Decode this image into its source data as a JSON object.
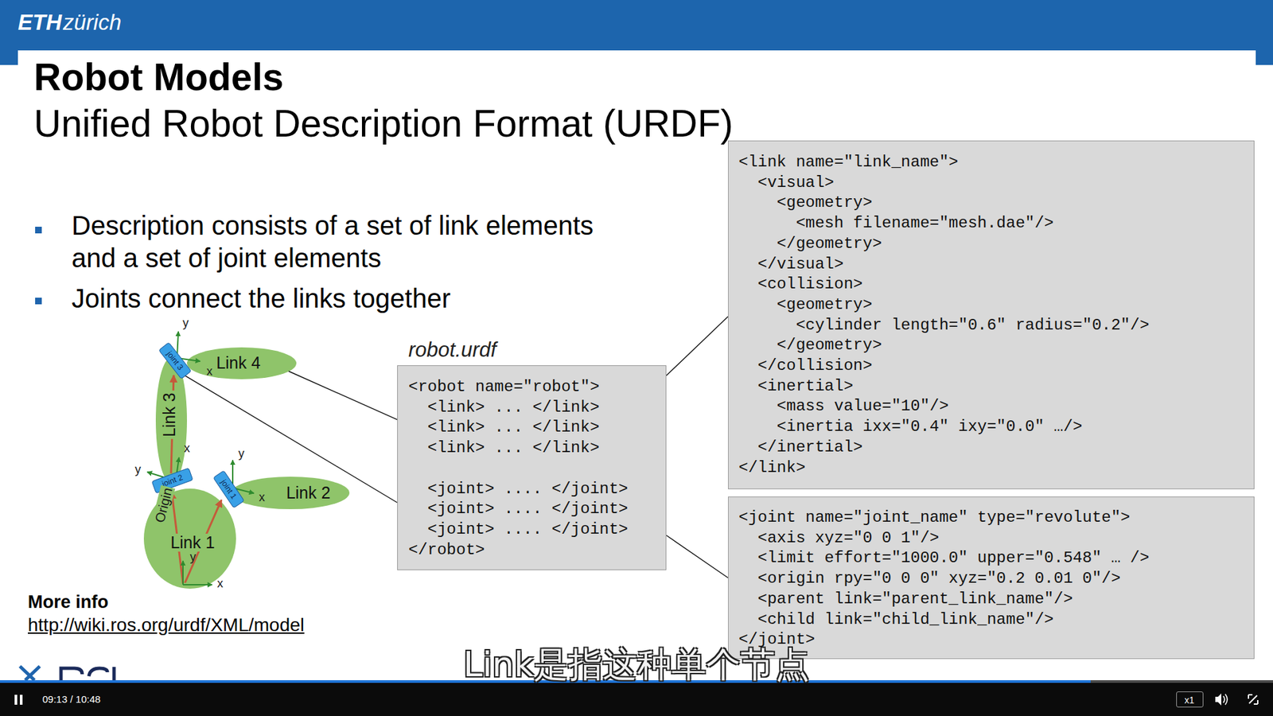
{
  "diagram": {
    "title": "Robot Models",
    "nodes": [
      {
        "text": [
          "Link 4"
        ]
      },
      {
        "text": [
          "joint 3"
        ]
      },
      {
        "text": [
          "Link 3"
        ]
      },
      {
        "text": [
          "joint 2"
        ]
      },
      {
        "text": [
          "joint 1"
        ]
      },
      {
        "text": [
          "Link 2"
        ]
      },
      {
        "text": [
          "Link 1"
        ]
      },
      {
        "text": [
          "robot.urdf",
          "<robot name=\"robot\">",
          "<link> ... </link>",
          "<link> ... </link>",
          "<link> ... </link>",
          "<joint> .... </joint>",
          "<joint> .... </joint>",
          "<joint> .... </joint>",
          "</robot>"
        ]
      },
      {
        "text": [
          "<link name=\"link_name\">",
          "<visual>",
          "<geometry>",
          "<mesh filename=\"mesh.dae\"/>",
          "</geometry>",
          "</visual>",
          "<collision>",
          "<geometry>",
          "<cylinder length=\"0.6\" radius=\"0.2\"/>",
          "</geometry>",
          "</collision>",
          "<inertial>",
          "<mass value=\"10\"/>",
          "<inertia ixx=\"0.4\" ixy=\"0.0\" …/>",
          "</inertial>",
          "</link>"
        ]
      },
      {
        "text": [
          "<joint name=\"joint_name\" type=\"revolute\">",
          "<axis xyz=\"0 0 1\"/>",
          "<limit effort=\"1000.0\" upper=\"0.548\" … />",
          "<origin rpy=\"0 0 0\" xyz=\"0.2 0.01 0\"/>",
          "<parent link=\"parent_link_name\"/>",
          "<child link=\"child_link_name\"/>",
          "</joint>"
        ]
      }
    ],
    "edges": [
      {
        "from": 7,
        "to": 8,
        "arrow": "none"
      },
      {
        "from": 7,
        "to": 9,
        "arrow": "none"
      },
      {
        "from": 0,
        "to": 7,
        "arrow": "none"
      },
      {
        "from": 1,
        "to": 7,
        "arrow": "none"
      }
    ],
    "labels": [
      "ETH",
      "zürich",
      "Unified Robot Description Format (URDF)",
      "Description consists of a set of link elements and a set of joint elements",
      "Joints connect the links together",
      "y",
      "x",
      "x",
      "y",
      "y",
      "x",
      "Origin",
      "y",
      "x",
      "More info",
      "http://wiki.ros.org/urdf/XML/model",
      "Link是指这种单个节点",
      "09:13 / 10:48",
      "x1"
    ]
  }
}
